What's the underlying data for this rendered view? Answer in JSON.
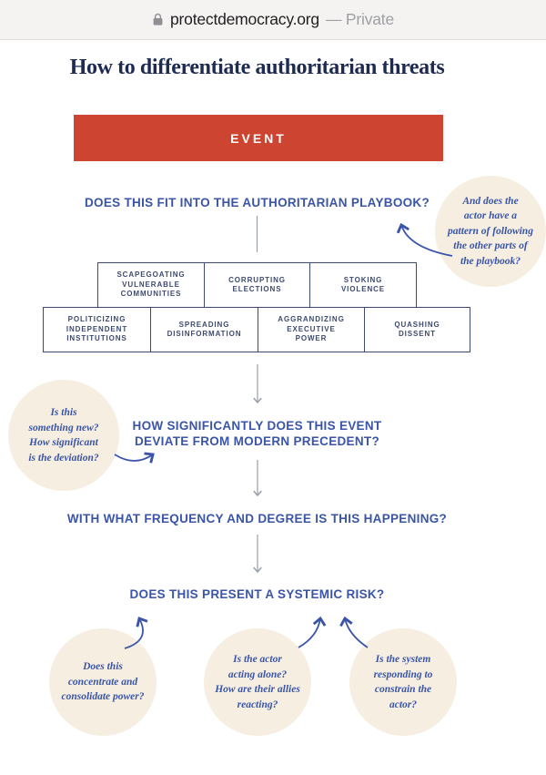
{
  "browser": {
    "url": "protectdemocracy.org",
    "privacy_label": "— Private",
    "lock_icon": "lock-icon"
  },
  "page": {
    "title": "How to differentiate authoritarian threats"
  },
  "flow": {
    "event_label": "EVENT",
    "questions": {
      "playbook": "DOES THIS FIT INTO THE AUTHORITARIAN PLAYBOOK?",
      "deviation": "HOW SIGNIFICANTLY DOES THIS EVENT\nDEVIATE FROM MODERN PRECEDENT?",
      "frequency": "WITH WHAT FREQUENCY AND DEGREE IS THIS HAPPENING?",
      "systemic_risk": "DOES THIS PRESENT A SYSTEMIC RISK?"
    },
    "playbook_tactics": {
      "row1": [
        "SCAPEGOATING\nVULNERABLE\nCOMMUNITIES",
        "CORRUPTING\nELECTIONS",
        "STOKING\nVIOLENCE"
      ],
      "row2": [
        "POLITICIZING\nINDEPENDENT\nINSTITUTIONS",
        "SPREADING\nDISINFORMATION",
        "AGGRANDIZING\nEXECUTIVE\nPOWER",
        "QUASHING\nDISSENT"
      ]
    },
    "notes": {
      "playbook_pattern": "And does the\nactor have a\npattern of following\nthe other parts of\nthe playbook?",
      "deviation": "Is this\nsomething new?\nHow significant\nis the deviation?",
      "power": "Does this\nconcentrate and\nconsolidate power?",
      "allies": "Is the actor\nacting alone?\nHow are their allies\nreacting?",
      "system": "Is the system\nresponding to\nconstrain the\nactor?"
    }
  },
  "colors": {
    "accent_blue": "#3a55a8",
    "banner_red": "#cd4431",
    "title_navy": "#1d2a52",
    "note_cream": "#f6efe1",
    "box_line_navy": "#3d4a6e",
    "arrow_gray": "#9aa0ab"
  }
}
